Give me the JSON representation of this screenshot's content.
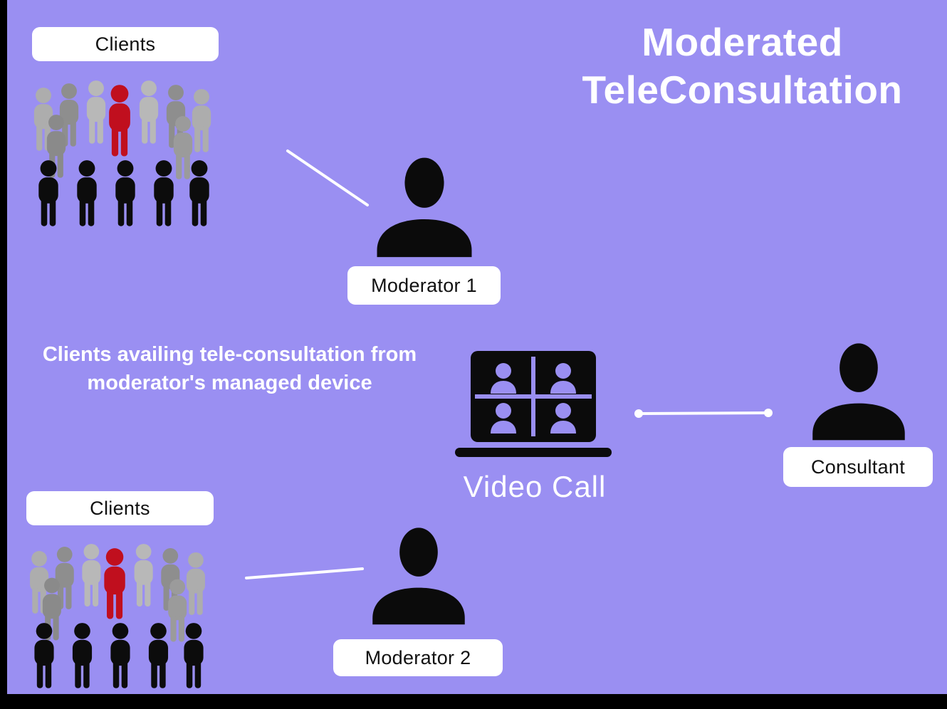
{
  "title": {
    "line1": "Moderated",
    "line2": "TeleConsultation"
  },
  "nodes": {
    "clients_top": {
      "label": "Clients",
      "icon": "crowd-of-people"
    },
    "moderator1": {
      "label": "Moderator 1",
      "icon": "person-bust"
    },
    "clients_bottom": {
      "label": "Clients",
      "icon": "crowd-of-people"
    },
    "moderator2": {
      "label": "Moderator 2",
      "icon": "person-bust"
    },
    "consultant": {
      "label": "Consultant",
      "icon": "person-bust"
    },
    "video_call": {
      "label": "Video Call",
      "icon": "laptop-video-call"
    }
  },
  "annotation": "Clients availing tele-consultation from moderator's managed device",
  "colors": {
    "background": "#9A8FF2",
    "highlight_person_red": "#C00F1E",
    "label_background": "#FFFFFF",
    "label_text": "#111111",
    "title_text": "#FFFFFF",
    "silhouette_black": "#0B0B0B",
    "crowd_gray": "#8E8E8E",
    "crowd_light_gray": "#B8B8B8",
    "connector_white": "#FFFFFF"
  }
}
